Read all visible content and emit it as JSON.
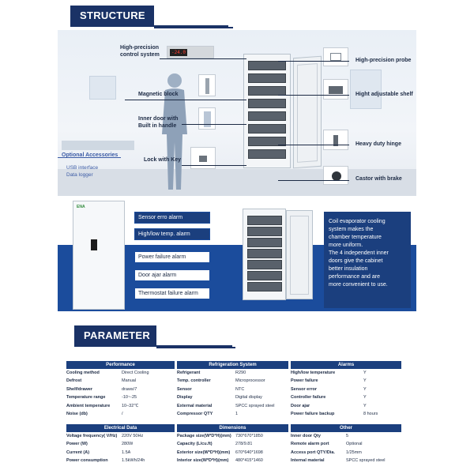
{
  "structure": {
    "title": "STRUCTURE",
    "labels": {
      "control_line1": "High-precision",
      "control_line2": "control system",
      "display_reading": "-24.0",
      "magnetic": "Magnetic block",
      "inner_line1": "Inner door with",
      "inner_line2": "Built in handle",
      "lock": "Lock with Key",
      "accessories_title": "Optional Accessories",
      "accessory_1": "USB interface",
      "accessory_2": "Data logger",
      "probe": "High-precision probe",
      "shelf": "Hight adjustable shelf",
      "hinge": "Heavy duty hinge",
      "castor": "Castor with brake"
    }
  },
  "alarms": {
    "items": [
      {
        "label": "Sensor erro alarm",
        "style": "dark"
      },
      {
        "label": "High/low temp. alarm",
        "style": "dark"
      },
      {
        "label": "Power failure alarm",
        "style": "light"
      },
      {
        "label": "Door ajar alarm",
        "style": "light"
      },
      {
        "label": "Thermostat failure alarm",
        "style": "light"
      }
    ],
    "freezer_badge": "ENA",
    "description": [
      "Coil evaporator cooling",
      "system makes the",
      "chamber temperature",
      "more uniform.",
      "The 4 independent inner",
      "doors give the cabinet",
      "better insulation",
      "performance and are",
      "more convenient to use."
    ]
  },
  "parameter": {
    "title": "PARAMETER",
    "performance": {
      "header": "Performance",
      "rows": [
        [
          "Cooling method",
          "Direct Cooling"
        ],
        [
          "Defrost",
          "Manual"
        ],
        [
          "Shelf/drawer",
          "draws/7"
        ],
        [
          "Temperature range",
          "-10~-25"
        ],
        [
          "Ambient temperature",
          "10–32℃"
        ],
        [
          "Noise (db)",
          "/"
        ]
      ]
    },
    "refrigeration": {
      "header": "Refrigeration System",
      "rows": [
        [
          "Refrigerant",
          "R290"
        ],
        [
          "Temp. controller",
          "Microprocessor"
        ],
        [
          "Sensor",
          "NTC"
        ],
        [
          "Display",
          "Digital display"
        ],
        [
          "External material",
          "SPCC sprayed steel"
        ],
        [
          "Compressor QTY",
          "1"
        ]
      ]
    },
    "alarms_table": {
      "header": "Alarms",
      "rows": [
        [
          "High/low temperature",
          "Y"
        ],
        [
          "Power failure",
          "Y"
        ],
        [
          "Sensor error",
          "Y"
        ],
        [
          "Controller failure",
          "Y"
        ],
        [
          "Door ajar",
          "Y"
        ],
        [
          "Power failure backup",
          "8 hours"
        ]
      ]
    },
    "electrical": {
      "header": "Electrical Data",
      "rows": [
        [
          "Voltage frequency( V/Hz)",
          "220V 50Hz"
        ],
        [
          "Power (W)",
          "280W"
        ],
        [
          "Current (A)",
          "1.5A"
        ],
        [
          "Power consumption",
          "1.5kWh/24h"
        ]
      ]
    },
    "dimensions": {
      "header": "Dimensions",
      "rows": [
        [
          "Package size(W*D*H)(mm)",
          "730*670*1850"
        ],
        [
          "Capacity (L/cu.ft)",
          "278/9.81"
        ],
        [
          "Exterior size(W*D*H)(mm)",
          "670*640*1698"
        ],
        [
          "Interior size(W*D*H)(mm)",
          "480*415*1460"
        ]
      ]
    },
    "other": {
      "header": "Other",
      "rows": [
        [
          "Inner door Qty",
          "5"
        ],
        [
          "Remote alarm port",
          "Optional"
        ],
        [
          "Access port QTY/Dia.",
          "1/25mm"
        ],
        [
          "Internal material",
          "SPCC sprayed steel"
        ]
      ]
    }
  },
  "colors": {
    "navy": "#1a3266",
    "band_blue": "#1b4c9c",
    "box_navy": "#1b3f7e"
  }
}
